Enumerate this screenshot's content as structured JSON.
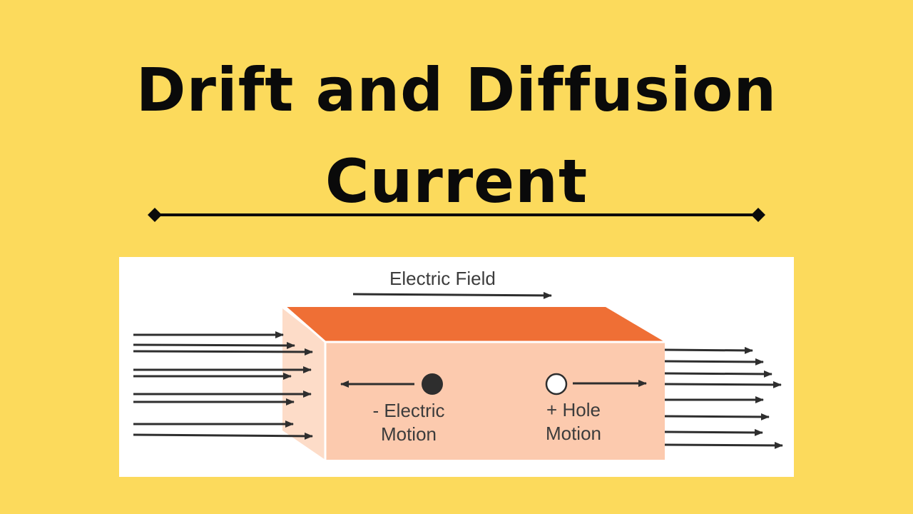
{
  "title": {
    "line1": "Drift and Diffusion",
    "line2": "Current"
  },
  "diagram": {
    "field_label": "Electric Field",
    "electron_label_1": "- Electric",
    "electron_label_2": "Motion",
    "hole_label_1": "+ Hole",
    "hole_label_2": "Motion"
  },
  "colors": {
    "background": "#FCDA5C",
    "block_top": "#EF6F35",
    "block_front": "#FCCAAE",
    "block_side": "#FDDCC8",
    "arrow": "#2e2e2e"
  }
}
